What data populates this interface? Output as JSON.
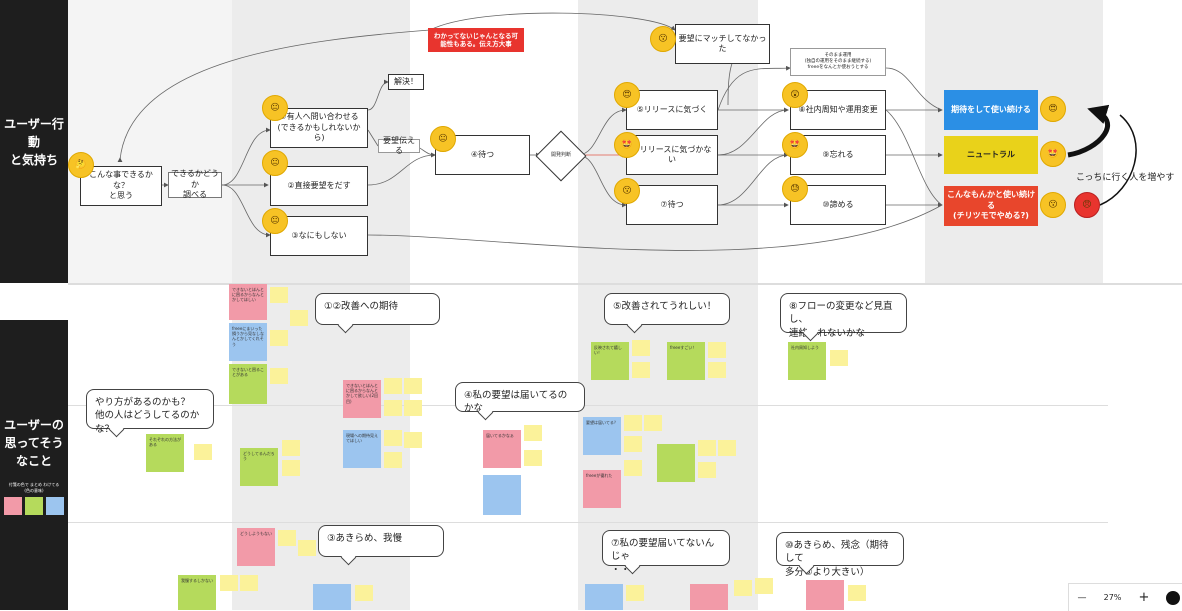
{
  "rows": {
    "behavior_label": "ユーザー行動\nと気持ち",
    "thoughts_label": "ユーザーの\n思ってそう\nなこと",
    "legend_caption": "付箋の色で まとめ わけてる\n(色の意味)"
  },
  "flow": {
    "start": "こんな事できるかな？\nと思う",
    "check": "できるかどうか\n調べる",
    "ask": "①有人へ問い合わせる\n(できるかもしれないから)",
    "resolved": "解決！",
    "request_label": "要望伝える",
    "direct": "②直接要望をだす",
    "nothing": "③なにもしない",
    "wait": "④待つ",
    "decision": "開発判断",
    "notice": "⑤リリースに気づく",
    "unnoticed": "⑥リリースに気づかない",
    "wait2": "⑦待つ",
    "mismatch": "要望にマッチしてなかった",
    "change": "⑧社内周知や運用変更",
    "forget": "⑨忘れる",
    "giveup": "⑩諦める",
    "warning": "わかってないじゃんとなる可\n能性もある。伝え方大事",
    "note_top": "そのまま運用\n(独自の運用をそのまま継続する)\nfreeeをなんとか使おうとする",
    "out_keep": "期待をして使い続ける",
    "out_neutral": "ニュートラル",
    "out_bad": "こんなもんかと使い続ける\n(チリツモでやめる?)",
    "push_note": "こっちに行く人を増やす"
  },
  "bubbles": {
    "b1": "①②改善への期待",
    "b2": "やり方があるのかも？\n他の人はどうしてるのかな？",
    "b3": "③あきらめ、我慢",
    "b4": "④私の要望は届いてるのかな",
    "b5": "⑤改善されてうれしい！",
    "b6": "⑧フローの変更など見直し、\n連絡もれないかな",
    "b7": "⑦私の要望届いてないんじゃ\n・・・",
    "b8": "⑩あきらめ、残念（期待して\n多分③より大きい）"
  },
  "stickies": {
    "s1": "できないとほんとに困るからなんとかしてほしい",
    "s2": "freeeにまいった損うから見なしなんとかしてくれそう",
    "s3": "できないと困ることがある",
    "s4": "できないとほんとに困るからなんとかして欲しい(2回目)",
    "s5": "現場への期待見えてほしい",
    "s6": "それぞれの方法がある",
    "s7": "どうしてるんだろう",
    "s8": "届いてるかなぁ",
    "s9": "反映されて嬉しい！",
    "s10": "freeeすごい！",
    "s11": "社内周知しよう",
    "s12": "要望は届いてる？",
    "s13": "freeeが優れた",
    "s14": "どうしようもない",
    "s15": "我慢するしかない"
  },
  "zoom": {
    "minus": "—",
    "level": "27%",
    "plus": "+"
  },
  "colors": {
    "sidebar": "#1e1e1e",
    "warning": "#e8342e",
    "out_keep": "#2b8fe5",
    "out_neutral": "#e9d21a",
    "out_bad": "#e8462c"
  }
}
